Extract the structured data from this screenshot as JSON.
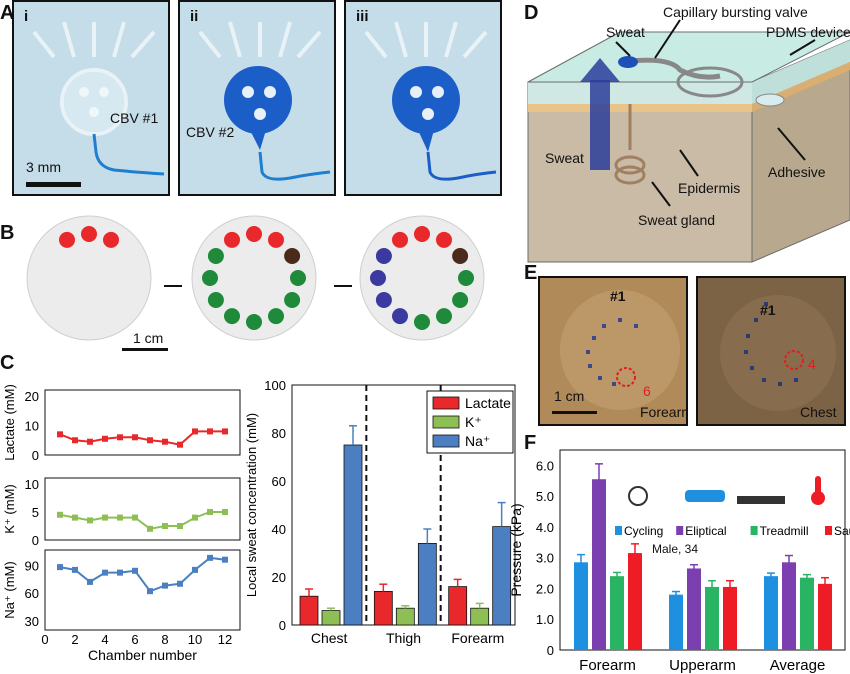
{
  "panels": {
    "A": {
      "label": "A",
      "subs": [
        "i",
        "ii",
        "iii"
      ],
      "cbv1": "CBV #1",
      "cbv2": "CBV #2",
      "scale": "3 mm"
    },
    "B": {
      "label": "B",
      "scale": "1 cm"
    },
    "C": {
      "label": "C"
    },
    "D": {
      "label": "D",
      "cbv": "Capillary bursting valve",
      "sweat_top": "Sweat",
      "pdms": "PDMS device",
      "sweat_left": "Sweat",
      "adhesive": "Adhesive",
      "epidermis": "Epidermis",
      "gland": "Sweat gland"
    },
    "E": {
      "label": "E",
      "forearm_id": "#1",
      "forearm_count": "6",
      "forearm_site": "Forearm",
      "chest_id": "#1",
      "chest_count": "4",
      "chest_site": "Chest",
      "scale": "1 cm"
    },
    "F": {
      "label": "F",
      "subject": "Male, 34"
    }
  },
  "colors": {
    "red": "#e8282a",
    "green": "#8ebf55",
    "blue": "#4b7fc2",
    "purple": "#7b3fb0",
    "darkblue": "#1f62a8"
  },
  "chart_data": [
    {
      "type": "line",
      "xlabel": "Chamber number",
      "x": [
        1,
        2,
        3,
        4,
        5,
        6,
        7,
        8,
        9,
        10,
        11,
        12
      ],
      "xticks": [
        "0",
        "2",
        "4",
        "6",
        "8",
        "10",
        "12"
      ],
      "series": [
        {
          "name": "Lactate",
          "ylabel": "Lactate (mM)",
          "yticks": [
            "0",
            "10",
            "20"
          ],
          "ylim": [
            0,
            20
          ],
          "values": [
            7,
            5,
            4.5,
            5.5,
            6,
            6,
            5,
            4.5,
            3.5,
            8,
            8,
            8
          ],
          "color": "#e8282a"
        },
        {
          "name": "K⁺",
          "ylabel": "K⁺ (mM)",
          "yticks": [
            "0",
            "5",
            "10"
          ],
          "ylim": [
            0,
            10
          ],
          "values": [
            4.5,
            4,
            3.5,
            4,
            4,
            4,
            2,
            2.5,
            2.5,
            4,
            5,
            5
          ],
          "color": "#8ebf55"
        },
        {
          "name": "Na⁺",
          "ylabel": "Na⁺ (mM)",
          "yticks": [
            "30",
            "60",
            "90"
          ],
          "ylim": [
            20,
            100
          ],
          "values": [
            88,
            85,
            72,
            82,
            82,
            84,
            62,
            68,
            70,
            85,
            98,
            96
          ],
          "color": "#4b7fc2"
        }
      ]
    },
    {
      "type": "bar",
      "ylabel": "Local sweat concentration (mM)",
      "ylim": [
        0,
        100
      ],
      "yticks": [
        "0",
        "20",
        "40",
        "60",
        "80",
        "100"
      ],
      "categories": [
        "Chest",
        "Thigh",
        "Forearm"
      ],
      "legend": "top-right",
      "series": [
        {
          "name": "Lactate",
          "values": [
            12,
            14,
            16
          ],
          "errors": [
            3,
            3,
            3
          ],
          "color": "#e8282a"
        },
        {
          "name": "K⁺",
          "values": [
            6,
            7,
            7
          ],
          "errors": [
            1,
            1,
            2
          ],
          "color": "#8ebf55"
        },
        {
          "name": "Na⁺",
          "values": [
            75,
            34,
            41
          ],
          "errors": [
            8,
            6,
            10
          ],
          "color": "#4b7fc2"
        }
      ]
    },
    {
      "type": "bar",
      "ylabel": "Pressure (kPa)",
      "ylim": [
        0,
        6.5
      ],
      "yticks": [
        "0",
        "1.0",
        "2.0",
        "3.0",
        "4.0",
        "5.0",
        "6.0"
      ],
      "categories": [
        "Forearm",
        "Upperarm",
        "Average"
      ],
      "legend": "top-right",
      "series": [
        {
          "name": "Cycling",
          "values": [
            2.85,
            1.8,
            2.4
          ],
          "errors": [
            0.25,
            0.1,
            0.1
          ],
          "color": "#1f8fe0"
        },
        {
          "name": "Eliptical",
          "values": [
            5.55,
            2.65,
            2.85
          ],
          "errors": [
            0.5,
            0.12,
            0.22
          ],
          "color": "#7b3fb0"
        },
        {
          "name": "Treadmill",
          "values": [
            2.4,
            2.05,
            2.35
          ],
          "errors": [
            0.12,
            0.2,
            0.1
          ],
          "color": "#28b463"
        },
        {
          "name": "Sauna",
          "values": [
            3.15,
            2.05,
            2.15
          ],
          "errors": [
            0.3,
            0.2,
            0.2
          ],
          "color": "#ee1c25"
        }
      ]
    }
  ]
}
